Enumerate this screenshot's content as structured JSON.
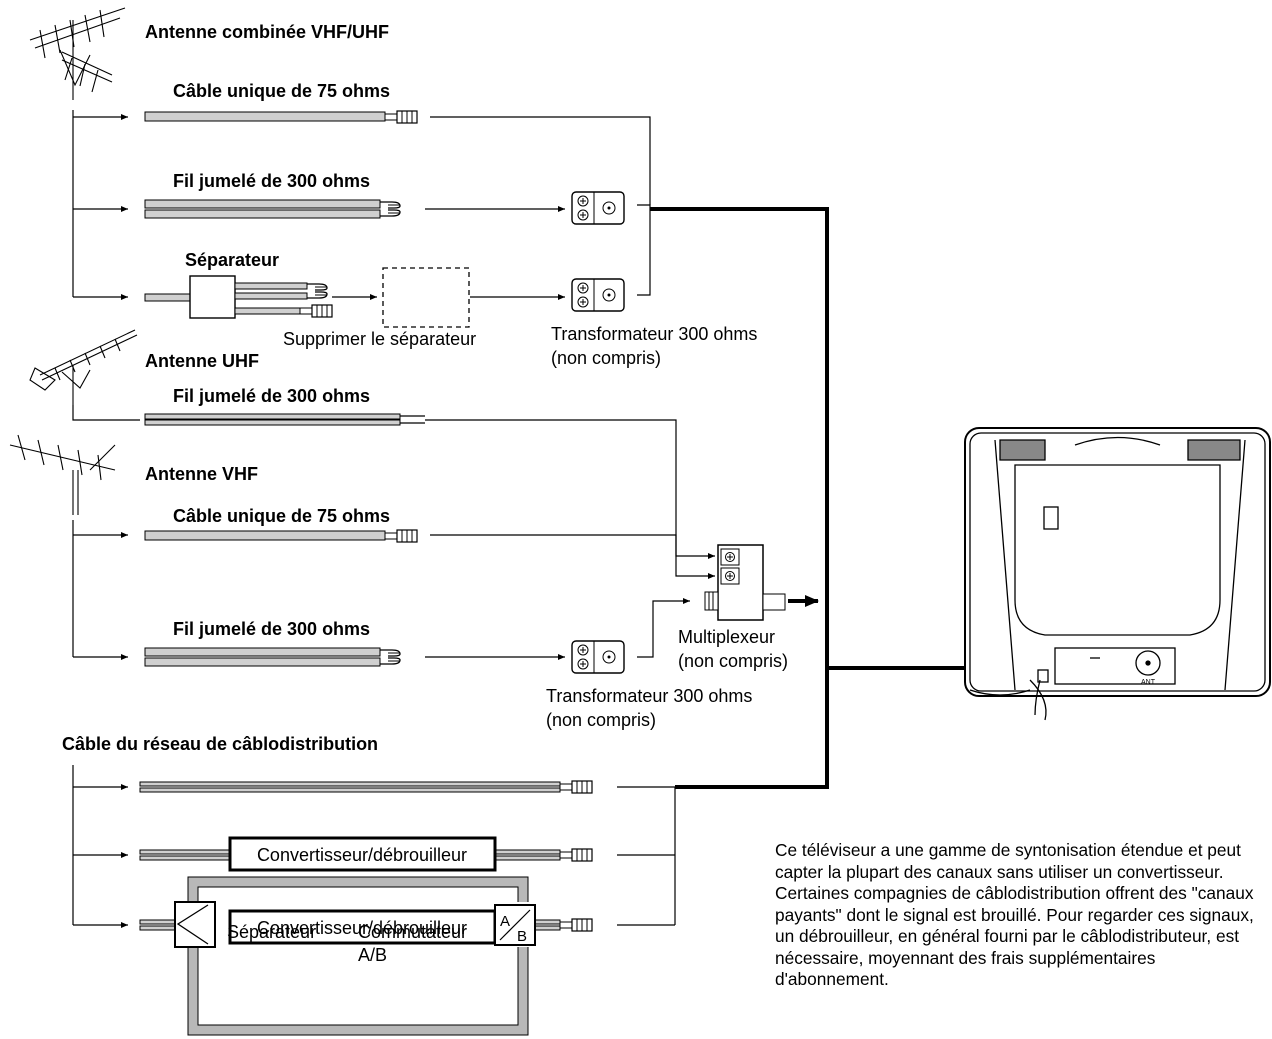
{
  "labels": {
    "antenna_combo": "Antenne combinée VHF/UHF",
    "coax_75_a": "Câble unique de 75 ohms",
    "twin_300_a": "Fil jumelé de 300 ohms",
    "separator_top": "Séparateur",
    "remove_separator": "Supprimer le séparateur",
    "transformer_a_line1": "Transformateur 300 ohms",
    "transformer_a_line2": "(non compris)",
    "antenna_uhf": "Antenne UHF",
    "twin_300_uhf": "Fil jumelé de 300 ohms",
    "antenna_vhf": "Antenne VHF",
    "coax_75_vhf": "Câble unique de 75 ohms",
    "twin_300_vhf": "Fil jumelé de 300 ohms",
    "multiplexer_line1": "Multiplexeur",
    "multiplexer_line2": "(non compris)",
    "transformer_b_line1": "Transformateur 300 ohms",
    "transformer_b_line2": "(non compris)",
    "cable_network": "Câble du réseau de câblodistribution",
    "converter_1": "Convertisseur/débrouilleur",
    "converter_2": "Convertisseur/débrouilleur",
    "separator_bottom": "Séparateur",
    "ab_switch_line1": "Commutateur",
    "ab_switch_line2": "A/B",
    "ab_glyph_a": "A",
    "ab_glyph_b": "B",
    "tv_ant": "ANT"
  },
  "note": "Ce téléviseur a une gamme de syntonisation étendue et peut capter la plupart des canaux sans utiliser un convertisseur. Certaines compagnies de câblodistribution offrent des \"canaux payants\" dont le signal est brouillé. Pour regarder ces signaux, un débrouilleur, en général fourni par le câblodistributeur, est nécessaire, moyennant des frais supplémentaires d'abonnement."
}
